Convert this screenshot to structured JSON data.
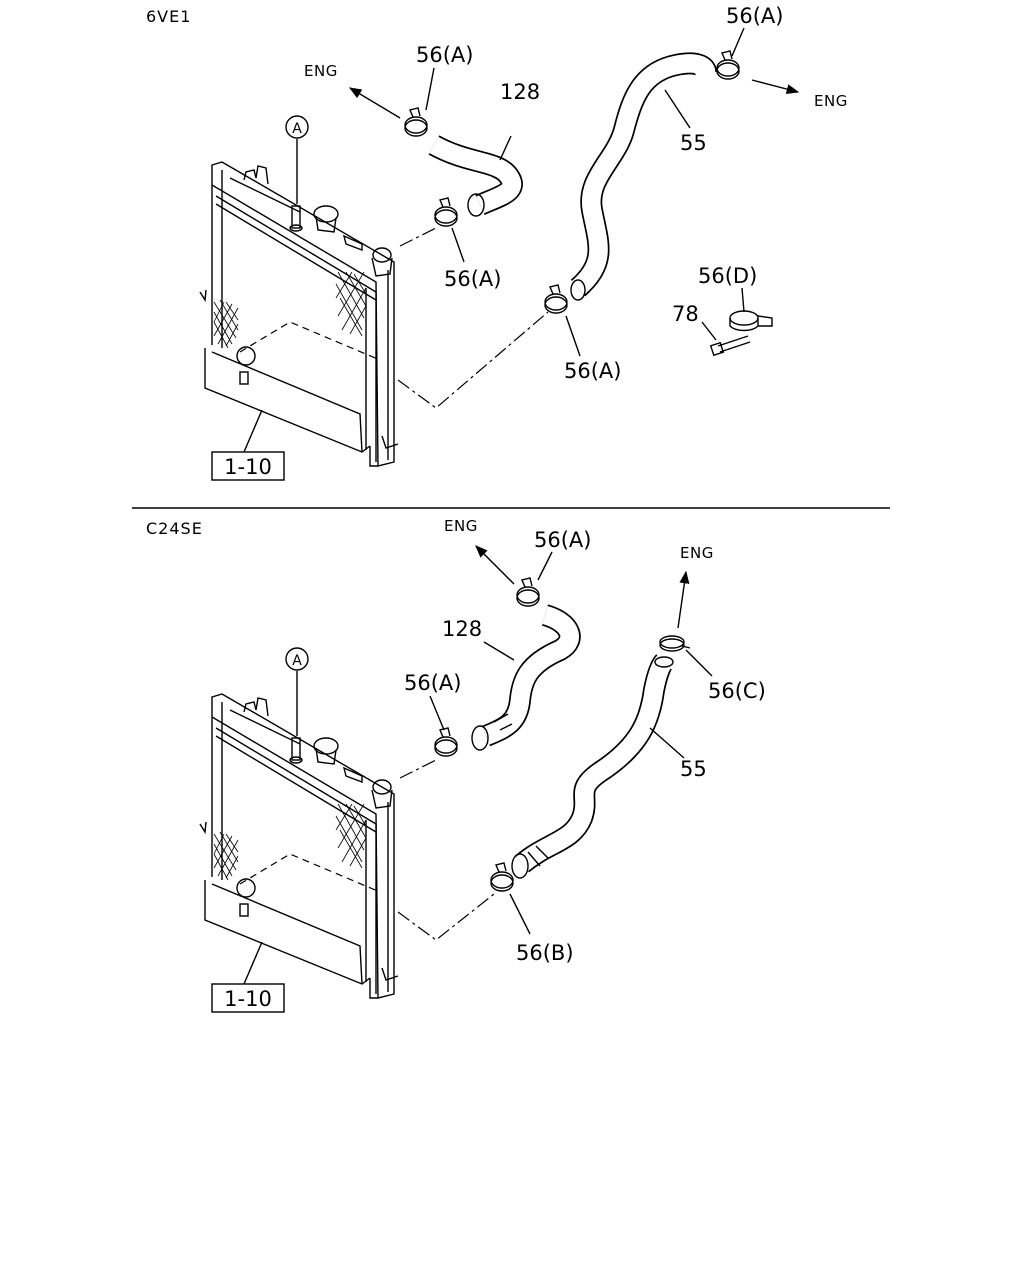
{
  "sections": [
    {
      "engine_code": "6VE1",
      "ref_box": "1-10",
      "marker": "A",
      "labels": {
        "clamp_top_left": "56(A)",
        "clamp_top_right": "56(A)",
        "clamp_upper_mid": "56(A)",
        "clamp_lower_mid": "56(A)",
        "clamp_d": "56(D)",
        "upper_hose": "128",
        "lower_hose": "55",
        "bolt": "78"
      },
      "eng_arrows": [
        "ENG",
        "ENG"
      ]
    },
    {
      "engine_code": "C24SE",
      "ref_box": "1-10",
      "marker": "A",
      "labels": {
        "clamp_top": "56(A)",
        "clamp_upper": "56(A)",
        "clamp_c": "56(C)",
        "clamp_b": "56(B)",
        "upper_hose": "128",
        "lower_hose": "55"
      },
      "eng_arrows": [
        "ENG",
        "ENG"
      ]
    }
  ]
}
